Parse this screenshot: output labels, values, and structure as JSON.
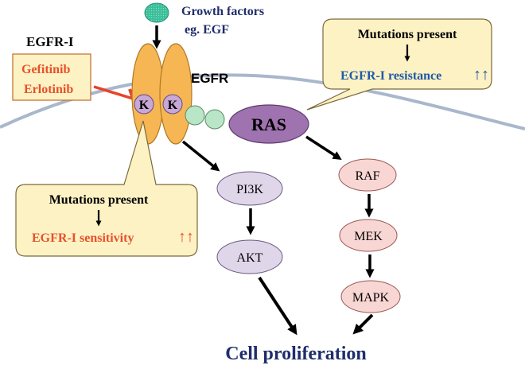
{
  "ligand": {
    "line1": "Growth factors",
    "line2": "eg. EGF"
  },
  "inhibitor": {
    "heading": "EGFR-I",
    "drug1": "Gefitinib",
    "drug2": "Erlotinib"
  },
  "receptor": {
    "label": "EGFR",
    "kinase_domain": "K"
  },
  "ras_callout": {
    "title": "Mutations present",
    "outcome": "EGFR-I resistance",
    "trend_symbol": "↑↑"
  },
  "egfr_callout": {
    "title": "Mutations present",
    "outcome": "EGFR-I sensitivity",
    "trend_symbol": "↑↑"
  },
  "nodes": {
    "ras": "RAS",
    "pi3k": "PI3K",
    "akt": "AKT",
    "raf": "RAF",
    "mek": "MEK",
    "mapk": "MAPK"
  },
  "outcome_label": "Cell proliferation",
  "colors": {
    "navy": "#1f2d6b",
    "red": "#e8502b",
    "blue": "#1d59a8",
    "callout_fill": "#fdf2c4",
    "callout_stroke": "#7a6a3a",
    "egfr_fill": "#f6b654",
    "egfr_stroke": "#b07a20",
    "kinase_fill": "#c7a8d6",
    "ras_fill": "#9f72b0",
    "pi3k_fill": "#e0d6ea",
    "pink_fill": "#f8d6d3",
    "ligand_fill": "#3cbf9a",
    "linker_fill": "#b9e6c6",
    "membrane": "#a9b7cc"
  }
}
